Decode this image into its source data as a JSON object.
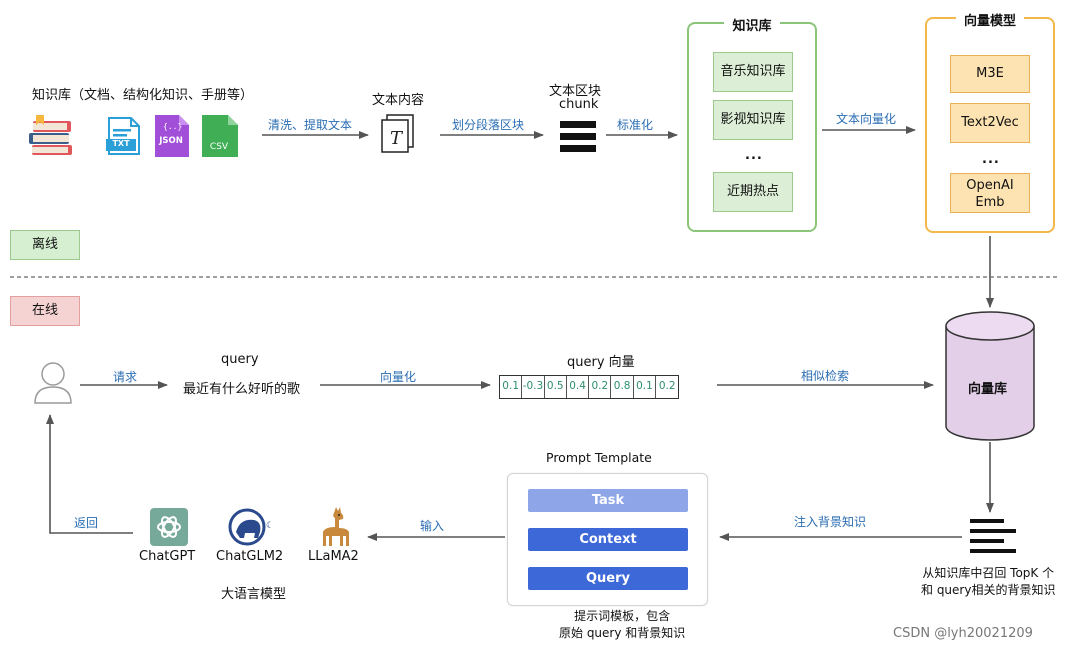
{
  "offline": {
    "section_label": "离线",
    "source_caption": "知识库（文档、结构化知识、手册等）",
    "file_icons": [
      "TXT",
      "JSON",
      "CSV"
    ],
    "step_clean": "清洗、提取文本",
    "text_content": "文本内容",
    "step_split": "划分段落区块",
    "chunk_title": "文本区块",
    "chunk_subtitle": "chunk",
    "step_normalize": "标准化",
    "kb_panel": {
      "title": "知识库",
      "items": [
        "音乐知识库",
        "影视知识库",
        "近期热点"
      ],
      "ellipsis": "..."
    },
    "step_vectorize_text": "文本向量化",
    "model_panel": {
      "title": "向量模型",
      "items": [
        "M3E",
        "Text2Vec",
        "OpenAI\nEmb"
      ],
      "ellipsis": "..."
    }
  },
  "online": {
    "section_label": "在线",
    "step_request": "请求",
    "query_title": "query",
    "query_text": "最近有什么好听的歌",
    "step_vectorize": "向量化",
    "vector_title": "query 向量",
    "vector_values": [
      "0.1",
      "-0.3",
      "0.5",
      "0.4",
      "0.2",
      "0.8",
      "0.1",
      "0.2"
    ],
    "step_search": "相似检索",
    "vector_db": "向量库",
    "topk_caption": "从知识库中召回 TopK 个\n和 query相关的背景知识",
    "step_inject": "注入背景知识",
    "prompt_template": {
      "title": "Prompt Template",
      "items": [
        "Task",
        "Context",
        "Query"
      ],
      "caption": "提示词模板，包含\n原始 query 和背景知识"
    },
    "step_input": "输入",
    "llms": [
      "ChatGPT",
      "ChatGLM2",
      "LLaMA2"
    ],
    "llm_caption": "大语言模型",
    "step_return": "返回"
  },
  "colors": {
    "arrow": "#555555",
    "label_blue": "#2a6db3",
    "kb_border": "#8bc57a",
    "kb_fill": "#dcefd6",
    "model_border": "#f2b84b",
    "model_fill": "#fde3b2",
    "db_fill": "#e3cfe8",
    "prompt_task": "#8ea5e8",
    "prompt_blue": "#3d68d8",
    "offline_tag": "#d6efd1",
    "online_tag": "#f6d3d3",
    "vector_value": "#2e8f6c"
  },
  "watermark": "CSDN @lyh20021209"
}
